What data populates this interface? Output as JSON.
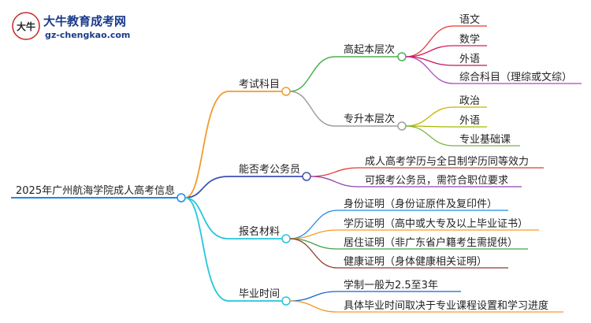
{
  "logo": {
    "title": "大牛教育成考网",
    "url_text": "gz-chengkao.com",
    "mark_text": "大牛"
  },
  "mindmap": {
    "root": "2025年广州航海学院成人高考信息",
    "branches": [
      {
        "label": "考试科目",
        "color": "#f39a2b",
        "groups": [
          {
            "label": "高起本层次",
            "color": "#4caf50",
            "items": [
              "语文",
              "数学",
              "外语",
              "综合科目（理综或文综）"
            ],
            "item_colors": [
              "#e53935",
              "#d81b60",
              "#c2185b",
              "#ab47bc"
            ]
          },
          {
            "label": "专升本层次",
            "color": "#9e9e9e",
            "items": [
              "政治",
              "外语",
              "专业基础课"
            ],
            "item_colors": [
              "#c8b400",
              "#a5b800",
              "#7cb342"
            ]
          }
        ]
      },
      {
        "label": "能否考公务员",
        "color": "#3f51b5",
        "items": [
          "成人高考学历与全日制学历同等效力",
          "可报考公务员，需符合职位要求"
        ],
        "item_colors": [
          "#e53935",
          "#8e44ad"
        ]
      },
      {
        "label": "报名材料",
        "color": "#26c6da",
        "items": [
          "身份证明（身份证原件及复印件）",
          "学历证明（高中或大专及以上毕业证书）",
          "居住证明（非广东省户籍考生需提供）",
          "健康证明（身体健康相关证明）"
        ],
        "item_colors": [
          "#1e88e5",
          "#f39a2b",
          "#43a047",
          "#8d3b2b"
        ]
      },
      {
        "label": "毕业时间",
        "color": "#26c6da",
        "items": [
          "学制一般为2.5至3年",
          "具体毕业时间取决于专业课程设置和学习进度"
        ],
        "item_colors": [
          "#1565c0",
          "#f39a2b"
        ]
      }
    ]
  }
}
